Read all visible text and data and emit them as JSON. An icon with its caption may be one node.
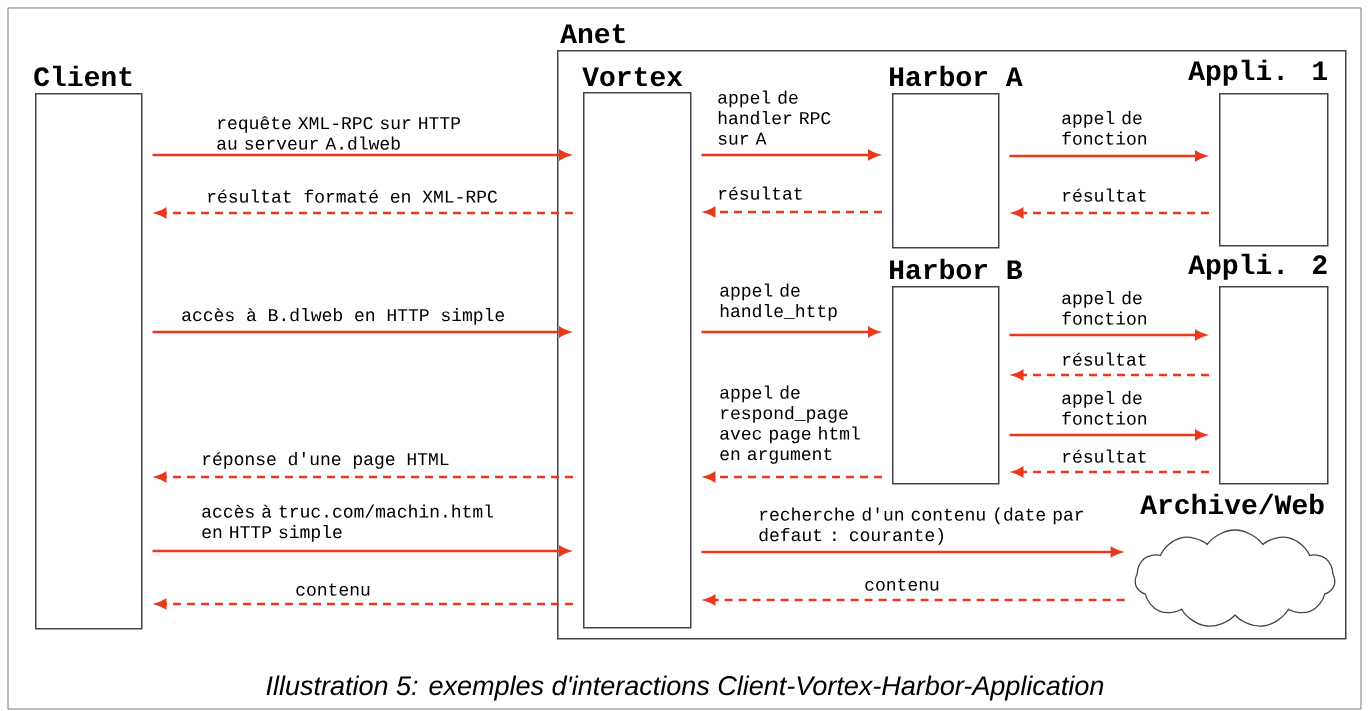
{
  "diagram": {
    "caption": "Illustration 5: exemples d'interactions Client-Vortex-Harbor-Application",
    "nodes": [
      {
        "text": [
          "Client"
        ]
      },
      {
        "text": [
          "Anet"
        ]
      },
      {
        "text": [
          "Vortex"
        ],
        "in": 1
      },
      {
        "text": [
          "Harbor A"
        ],
        "in": 1
      },
      {
        "text": [
          "Appli. 1"
        ],
        "in": 1
      },
      {
        "text": [
          "Harbor B"
        ],
        "in": 1
      },
      {
        "text": [
          "Appli. 2"
        ],
        "in": 1
      },
      {
        "text": [
          "Archive/Web"
        ],
        "in": 1
      }
    ],
    "edges": [
      {
        "from": 0,
        "to": 2,
        "arrow": "to",
        "label": "requête XML-RPC sur HTTP au serveur A.dlweb"
      },
      {
        "from": 2,
        "to": 0,
        "arrow": "to",
        "style": "dashed",
        "label": "résultat formaté en XML-RPC"
      },
      {
        "from": 0,
        "to": 2,
        "arrow": "to",
        "label": "accès à B.dlweb en HTTP simple"
      },
      {
        "from": 2,
        "to": 0,
        "arrow": "to",
        "style": "dashed",
        "label": "réponse d'une page HTML"
      },
      {
        "from": 0,
        "to": 2,
        "arrow": "to",
        "label": "accès à truc.com/machin.html en HTTP simple"
      },
      {
        "from": 2,
        "to": 0,
        "arrow": "to",
        "style": "dashed",
        "label": "contenu"
      },
      {
        "from": 2,
        "to": 3,
        "arrow": "to",
        "label": "appel de handler RPC sur A"
      },
      {
        "from": 3,
        "to": 2,
        "arrow": "to",
        "style": "dashed",
        "label": "résultat"
      },
      {
        "from": 3,
        "to": 4,
        "arrow": "to",
        "label": "appel de fonction"
      },
      {
        "from": 4,
        "to": 3,
        "arrow": "to",
        "style": "dashed",
        "label": "résultat"
      },
      {
        "from": 2,
        "to": 5,
        "arrow": "to",
        "label": "appel de handle_http"
      },
      {
        "from": 5,
        "to": 2,
        "arrow": "to",
        "style": "dashed",
        "label": "appel de respond_page avec page html en argument"
      },
      {
        "from": 5,
        "to": 6,
        "arrow": "to",
        "label": "appel de fonction"
      },
      {
        "from": 6,
        "to": 5,
        "arrow": "to",
        "style": "dashed",
        "label": "résultat"
      },
      {
        "from": 5,
        "to": 6,
        "arrow": "to",
        "label": "appel de fonction"
      },
      {
        "from": 6,
        "to": 5,
        "arrow": "to",
        "style": "dashed",
        "label": "résultat"
      },
      {
        "from": 2,
        "to": 7,
        "arrow": "to",
        "label": "recherche d'un contenu (date par defaut : courante)"
      },
      {
        "from": 7,
        "to": 2,
        "arrow": "to",
        "style": "dashed",
        "label": "contenu"
      }
    ]
  }
}
